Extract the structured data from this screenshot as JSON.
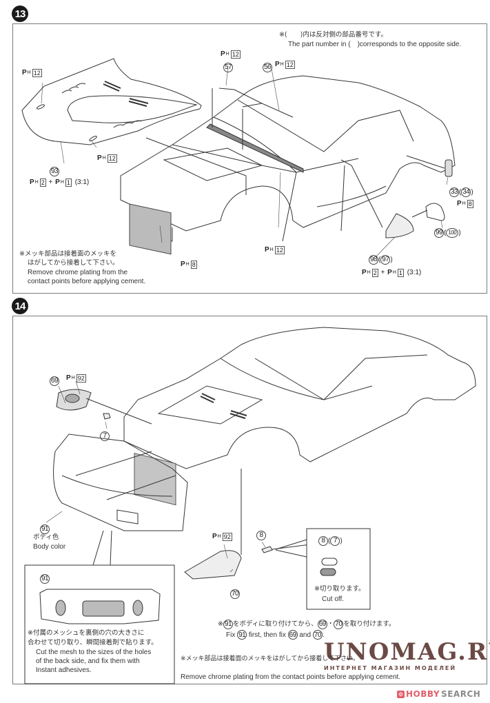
{
  "steps": [
    {
      "number": "13",
      "note_opposite_jp": "※(　　)内は反対側の部品番号です。",
      "note_opposite_en": "The part number in (　)corresponds to the opposite side.",
      "labels": {
        "hood": "93",
        "wiper_left": "57",
        "wiper_right": "56",
        "side_marker": "33",
        "side_marker_opp": "34",
        "mirror_base": "98",
        "mirror_base_opp": "97",
        "mirror_cover": "99",
        "mirror_cover_opp": "100"
      },
      "paints": {
        "hood_edge": "12",
        "wiper57": "12",
        "wiper56": "12",
        "hood_bottom": "12",
        "hood_mix_a": "2",
        "hood_mix_b": "1",
        "hood_mix_ratio": "(3:1)",
        "mesh": "8",
        "cowl": "12",
        "side_marker": "8",
        "mirror_mix_a": "2",
        "mirror_mix_b": "1",
        "mirror_mix_ratio": "(3:1)"
      },
      "paint_prefix": "P",
      "paint_sub": "H",
      "note_chrome_jp_1": "※メッキ部品は接着面のメッキを",
      "note_chrome_jp_2": "はがしてから接着して下さい。",
      "note_chrome_en_1": "Remove chrome plating from the",
      "note_chrome_en_2": "contact points before applying cement."
    },
    {
      "number": "14",
      "labels": {
        "headlight_left": "69",
        "pin_left": "7",
        "bumper": "91",
        "headlight_right": "70",
        "pin_right": "8",
        "pin_detail": "8",
        "pin_detail_opp": "7",
        "bumper_detail": "91"
      },
      "paints": {
        "headlight_left": "92",
        "headlight_right": "92"
      },
      "bumper_color_jp": "ボディ色",
      "bumper_color_en": "Body color",
      "cut_off_jp": "※切り取ります。",
      "cut_off_en": "Cut off.",
      "mesh_note_jp_1": "※付属のメッシュを裏側の穴の大きさに",
      "mesh_note_jp_2": "合わせて切り取り、瞬間接着剤で貼ります。",
      "mesh_note_en_1": "Cut the mesh to the sizes of the holes",
      "mesh_note_en_2": "of the back side, and fix them with",
      "mesh_note_en_3": "Instant adhesives.",
      "order_note_jp_pre": "※",
      "order_note_jp_a": "をボディに取り付けてから、",
      "order_note_jp_sep": "・",
      "order_note_jp_b": "を取り付けます。",
      "order_note_en_pre": "Fix",
      "order_note_en_mid": "first, then fix",
      "order_note_en_and": "and",
      "order_note_en_end": ".",
      "order_parts": [
        "91",
        "69",
        "70"
      ],
      "chrome_note_jp": "※メッキ部品は接着面のメッキをはがしてから接着して下さい。",
      "chrome_note_en": "Remove chrome plating from the contact points before applying cement."
    }
  ],
  "watermark": {
    "main": "UNOMAG.RU",
    "sub": "ИНТЕРНЕТ МАГАЗИН МОДЕЛЕЙ"
  },
  "logo": {
    "part1": "HOBBY",
    "part2": "SEARCH",
    "accent_color": "#e0606a",
    "text_color": "#8a8a8a"
  }
}
